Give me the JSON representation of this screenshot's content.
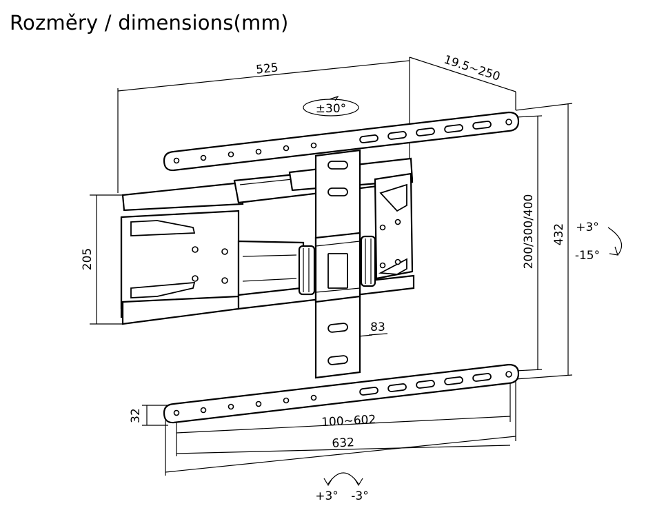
{
  "title": "Rozměry / dimensions(mm)",
  "dimensions": {
    "width_top": "525",
    "depth": "19.5~250",
    "swivel": "±30°",
    "height_wallplate": "205",
    "vesa_vertical": "200/300/400",
    "total_height": "432",
    "tilt_up": "+3°",
    "tilt_down": "-15°",
    "arm_width": "83",
    "rail_height": "32",
    "vesa_horizontal": "100~602",
    "rail_width": "632",
    "level_plus": "+3°",
    "level_minus": "-3°"
  }
}
